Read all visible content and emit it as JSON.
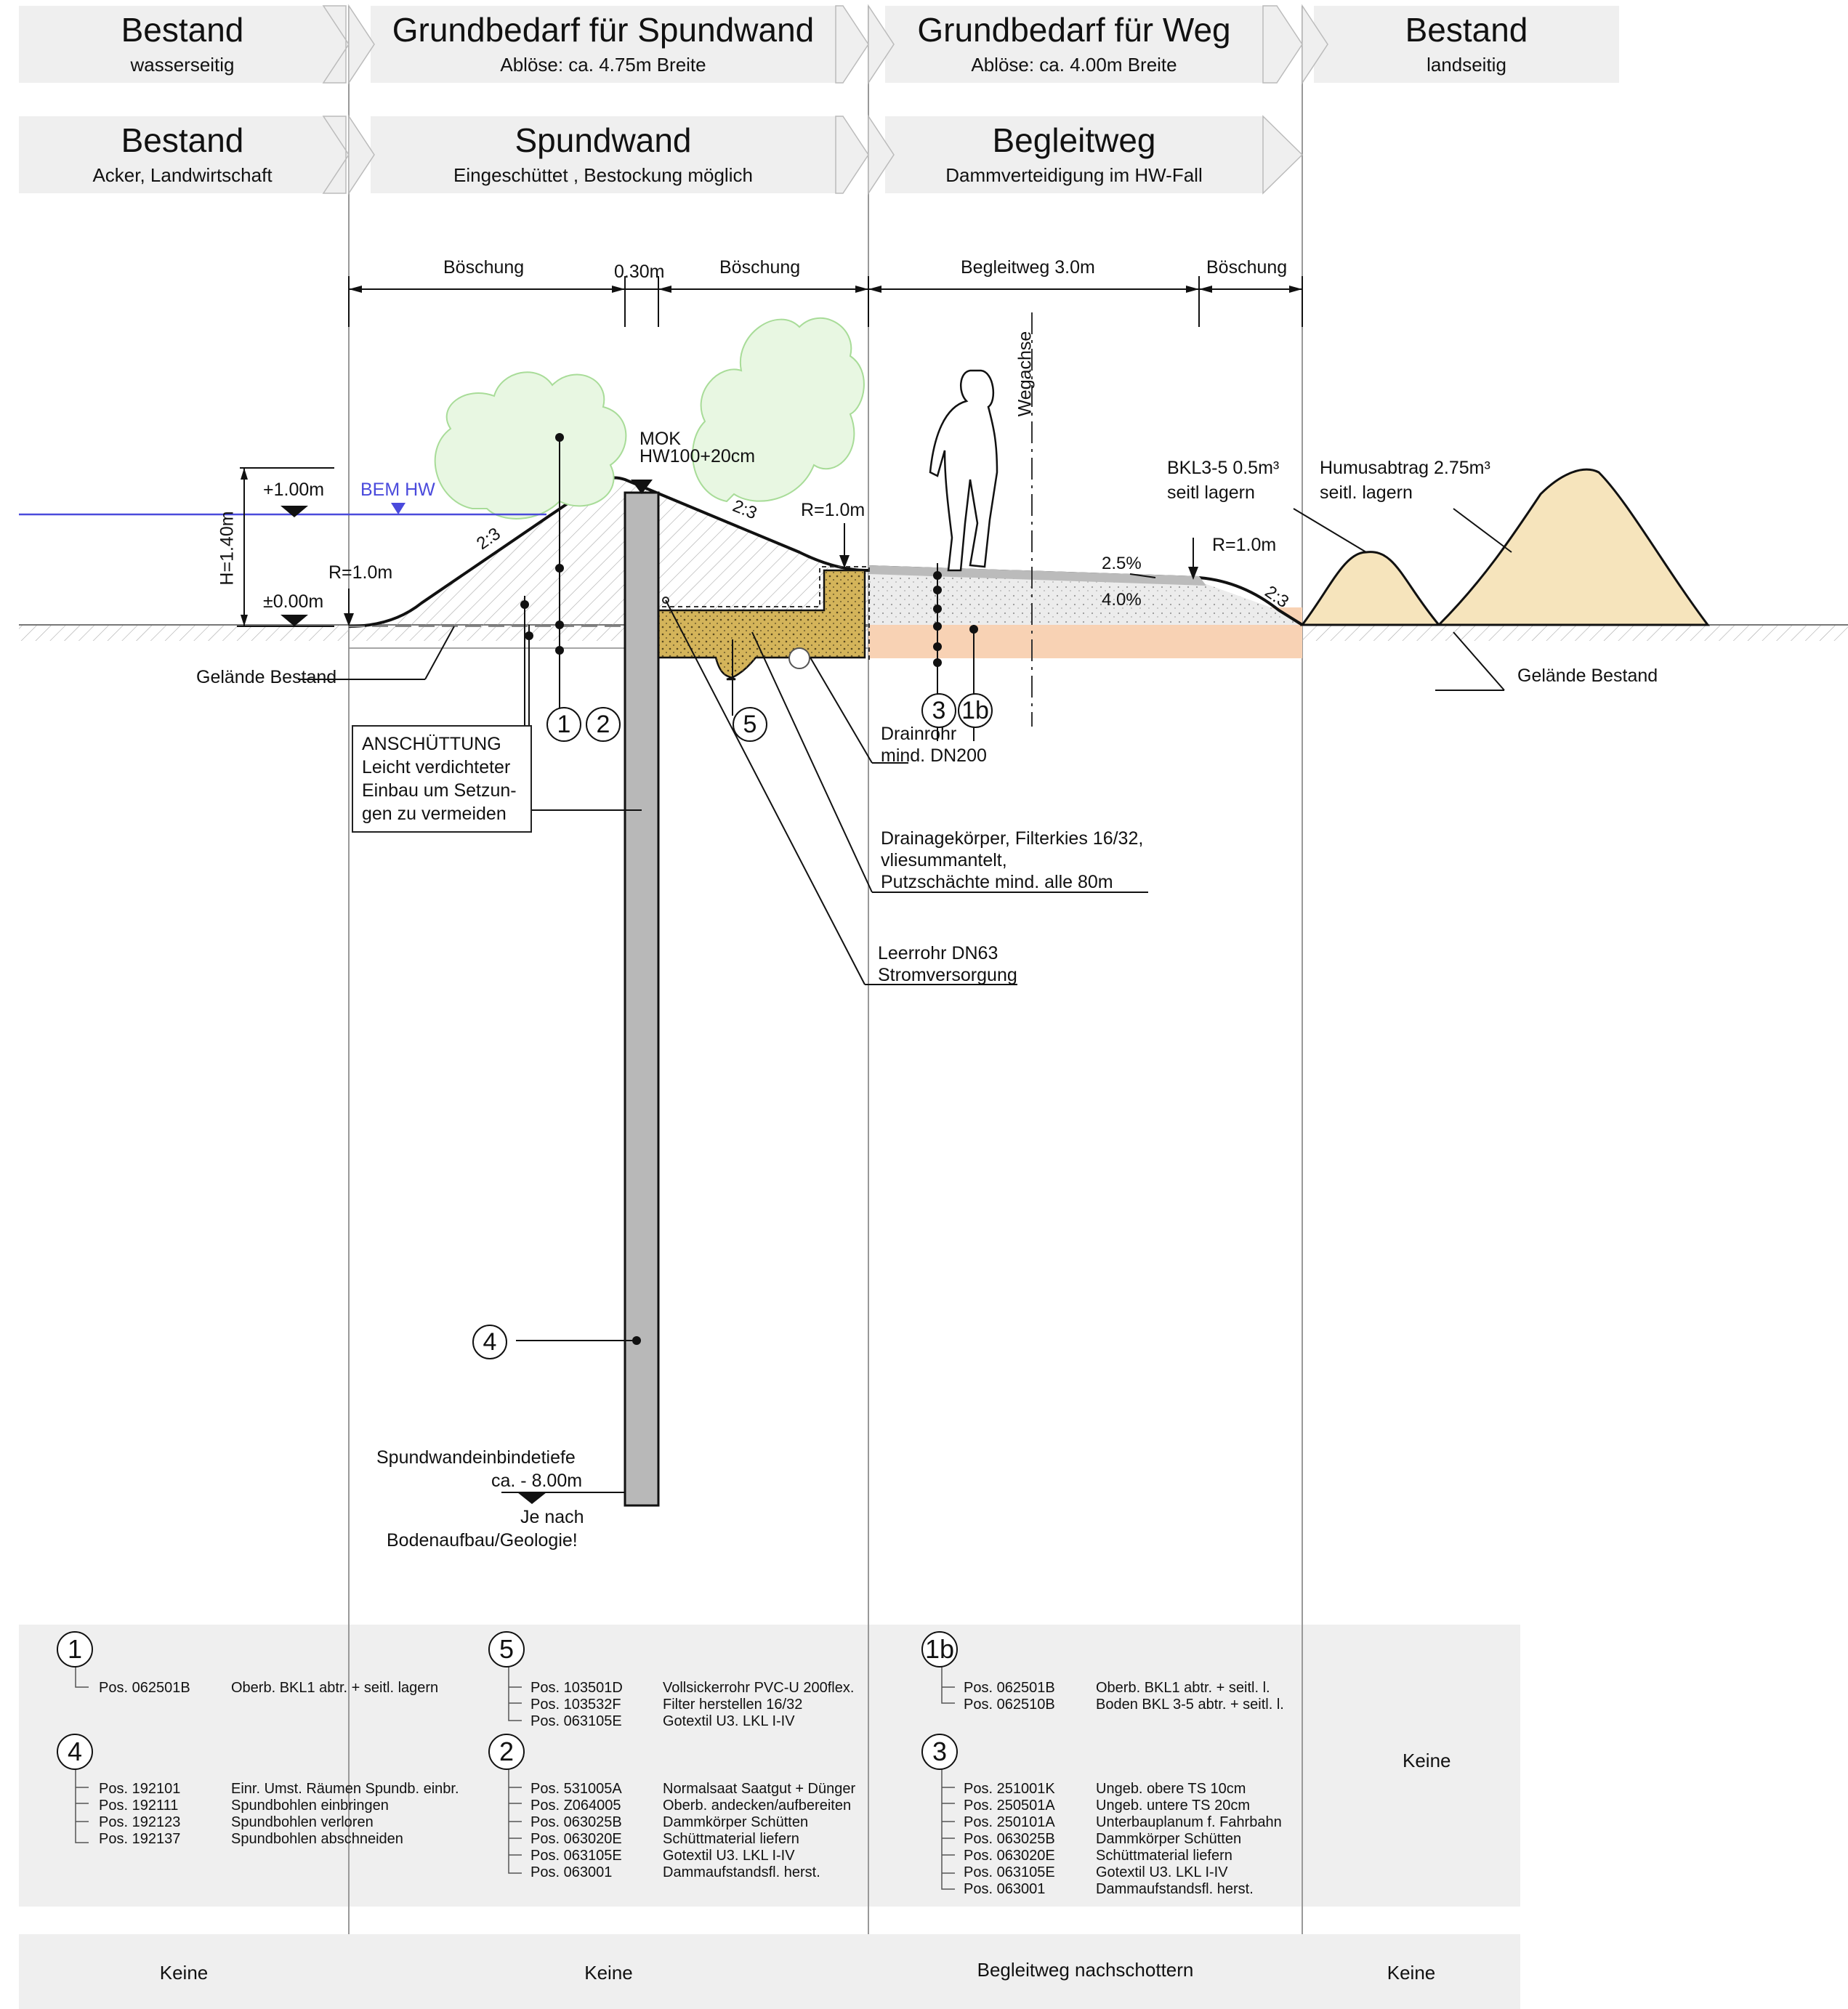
{
  "header_row1": [
    {
      "title": "Bestand",
      "subtitle": "wasserseitig"
    },
    {
      "title": "Grundbedarf für Spundwand",
      "subtitle": "Ablöse: ca. 4.75m Breite"
    },
    {
      "title": "Grundbedarf für Weg",
      "subtitle": "Ablöse: ca. 4.00m Breite"
    },
    {
      "title": "Bestand",
      "subtitle": "landseitig"
    }
  ],
  "header_row2": [
    {
      "title": "Bestand",
      "subtitle": "Acker, Landwirtschaft"
    },
    {
      "title": "Spundwand",
      "subtitle": "Eingeschüttet , Bestockung möglich"
    },
    {
      "title": "Begleitweg",
      "subtitle": "Dammverteidigung im HW-Fall"
    }
  ],
  "dimensions": {
    "boeschung_left": "Böschung",
    "crest": "0.30m",
    "boeschung_mid": "Böschung",
    "begleitweg": "Begleitweg 3.0m",
    "boeschung_right": "Böschung"
  },
  "levels": {
    "plus": "+1.00m",
    "zero": "±0.00m",
    "height": "H=1.40m",
    "bem_hw": "BEM HW",
    "mok_1": "MOK",
    "mok_2": "HW100+20cm"
  },
  "annotations": {
    "radius_left": "R=1.0m",
    "radius_mid": "R=1.0m",
    "radius_right": "R=1.0m",
    "slope_1": "2:3",
    "slope_2": "2:3",
    "slope_3": "2:3",
    "grade_1": "2.5%",
    "grade_2": "4.0%",
    "wegachse": "Wegachse",
    "gelaende_left": "Gelände Bestand",
    "gelaende_right": "Gelände Bestand",
    "bkl_1": "BKL3-5 0.5m³",
    "bkl_2": "seitl lagern",
    "humus_1": "Humusabtrag 2.75m³",
    "humus_2": "seitl. lagern",
    "anschuettung": [
      "ANSCHÜTTUNG",
      "Leicht verdichteter",
      "Einbau um Setzun-",
      "gen zu vermeiden"
    ],
    "drainrohr_1": "Drainrohr",
    "drainrohr_2": "mind. DN200",
    "drainage_1": "Drainagekörper, Filterkies 16/32,",
    "drainage_2": "vliesummantelt,",
    "drainage_3": "Putzschächte mind. alle 80m",
    "leerrohr_1": "Leerrohr DN63",
    "leerrohr_2": "Stromversorgung",
    "spund_1": "Spundwandeinbindetiefe",
    "spund_2": "ca. - 8.00m",
    "spund_3": "Je nach",
    "spund_4": "Bodenaufbau/Geologie!"
  },
  "markers": {
    "m1": "1",
    "m2": "2",
    "m3": "3",
    "m1b": "1b",
    "m4": "4",
    "m5": "5"
  },
  "positions": {
    "g1": {
      "num": "1",
      "items": [
        {
          "code": "Pos. 062501B",
          "desc": "Oberb. BKL1 abtr. + seitl. lagern"
        }
      ]
    },
    "g4": {
      "num": "4",
      "items": [
        {
          "code": "Pos. 192101",
          "desc": "Einr. Umst. Räumen Spundb. einbr."
        },
        {
          "code": "Pos. 192111",
          "desc": "Spundbohlen einbringen"
        },
        {
          "code": "Pos. 192123",
          "desc": "Spundbohlen verloren"
        },
        {
          "code": "Pos. 192137",
          "desc": "Spundbohlen abschneiden"
        }
      ]
    },
    "g5": {
      "num": "5",
      "items": [
        {
          "code": "Pos. 103501D",
          "desc": "Vollsickerrohr PVC-U 200flex."
        },
        {
          "code": "Pos. 103532F",
          "desc": "Filter herstellen 16/32"
        },
        {
          "code": "Pos. 063105E",
          "desc": "Gotextil U3. LKL I-IV"
        }
      ]
    },
    "g2": {
      "num": "2",
      "items": [
        {
          "code": "Pos. 531005A",
          "desc": "Normalsaat Saatgut + Dünger"
        },
        {
          "code": "Pos. Z064005",
          "desc": "Oberb. andecken/aufbereiten"
        },
        {
          "code": "Pos. 063025B",
          "desc": "Dammkörper Schütten"
        },
        {
          "code": "Pos. 063020E",
          "desc": "Schüttmaterial liefern"
        },
        {
          "code": "Pos. 063105E",
          "desc": "Gotextil U3. LKL I-IV"
        },
        {
          "code": "Pos. 063001",
          "desc": "Dammaufstandsfl. herst."
        }
      ]
    },
    "g1b": {
      "num": "1b",
      "items": [
        {
          "code": "Pos. 062501B",
          "desc": "Oberb. BKL1 abtr. + seitl. l."
        },
        {
          "code": "Pos. 062510B",
          "desc": "Boden BKL 3-5 abtr. + seitl. l."
        }
      ]
    },
    "g3": {
      "num": "3",
      "items": [
        {
          "code": "Pos. 251001K",
          "desc": "Ungeb. obere TS    10cm"
        },
        {
          "code": "Pos. 250501A",
          "desc": "Ungeb. untere TS   20cm"
        },
        {
          "code": "Pos. 250101A",
          "desc": "Unterbauplanum f. Fahrbahn"
        },
        {
          "code": "Pos. 063025B",
          "desc": "Dammkörper Schütten"
        },
        {
          "code": "Pos. 063020E",
          "desc": "Schüttmaterial liefern"
        },
        {
          "code": "Pos. 063105E",
          "desc": "Gotextil U3. LKL I-IV"
        },
        {
          "code": "Pos. 063001",
          "desc": "Dammaufstandsfl. herst."
        }
      ]
    },
    "right_note": "Keine"
  },
  "bottom_row": [
    "Keine",
    "Keine",
    "Begleitweg nachschottern",
    "Keine"
  ],
  "colors": {
    "header_bg": "#efefef",
    "water_line": "#4a4adc",
    "drainage_fill": "#d4b45a",
    "road_subbase": "#f8d2b4",
    "spoil_heap": "#f6e4bc",
    "pile": "#b8b8b8",
    "tree": "#b4e6a6"
  }
}
